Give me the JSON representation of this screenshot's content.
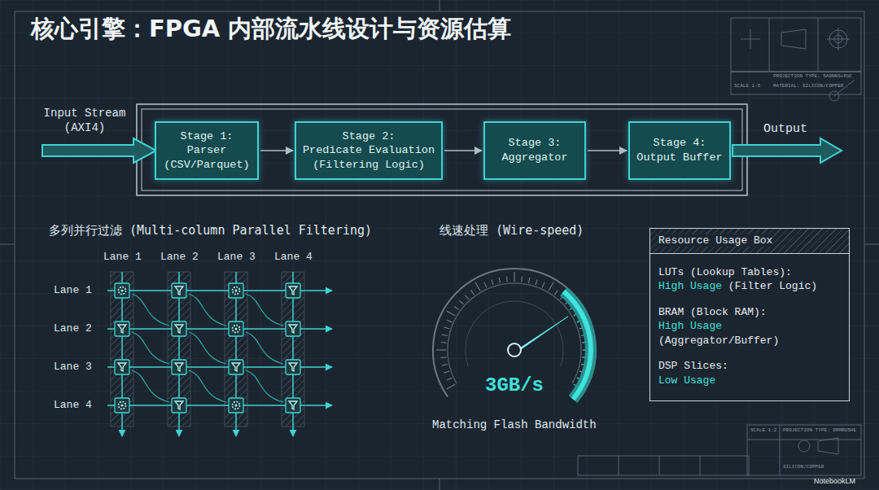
{
  "diagram": {
    "title": "核心引擎：FPGA 内部流水线设计与资源估算",
    "nodes": [
      {
        "text": [
          "Stage 1:",
          "Parser (CSV/Parquet)"
        ]
      },
      {
        "text": [
          "Stage 2:",
          "Predicate Evaluation (Filtering Logic)"
        ]
      },
      {
        "text": [
          "Stage 3:",
          "Aggregator"
        ]
      },
      {
        "text": [
          "Stage 4:",
          "Output Buffer"
        ]
      },
      {
        "text": [
          "Resource Usage Box",
          "LUTs (Lookup Tables):",
          "High Usage",
          "(Filter Logic)",
          "BRAM (Block RAM):",
          "High Usage",
          "(Aggregator/Buffer)",
          "DSP Slices:",
          "Low Usage"
        ]
      }
    ],
    "edges": [
      {
        "from": 0,
        "to": 1,
        "arrow": "to"
      },
      {
        "from": 1,
        "to": 2,
        "arrow": "to"
      },
      {
        "from": 2,
        "to": 3,
        "arrow": "to"
      }
    ],
    "labels": [
      "Input Stream (AXI4)",
      "Output",
      "多列并行过滤 (Multi-column Parallel Filtering)",
      "Lane 1",
      "Lane 2",
      "Lane 3",
      "Lane 4",
      "Lane 1",
      "Lane 2",
      "Lane 3",
      "Lane 4",
      "线速处理 (Wire-speed)",
      "3GB/s",
      "Matching Flash Bandwidth",
      "PROJECTION TYPE: SADNNS+PUC",
      "SCALE 1:5",
      "MATERIAL: SILICON/COPPER",
      "SCALE 1:2",
      "PROJECTION TYPE: OMMRUSHE",
      "SILICON/COPPER",
      "NotebookLM"
    ]
  }
}
